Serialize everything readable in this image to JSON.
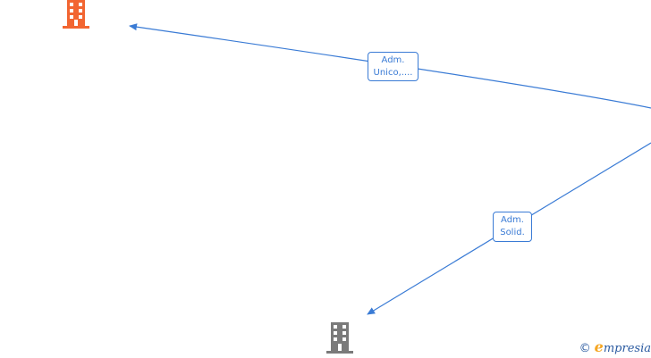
{
  "colors": {
    "edge": "#3a7bd5",
    "company_highlight": "#f26531",
    "company_default": "#7a7a7a"
  },
  "nodes": [
    {
      "id": "company-top",
      "icon": "building-icon",
      "color": "#f26531"
    },
    {
      "id": "company-bottom",
      "icon": "building-icon",
      "color": "#7a7a7a"
    }
  ],
  "edges": [
    {
      "from": "offscreen-right",
      "to": "company-top",
      "label_line1": "Adm.",
      "label_line2": "Unico,...."
    },
    {
      "from": "offscreen-right",
      "to": "company-bottom",
      "label_line1": "Adm.",
      "label_line2": "Solid."
    }
  ],
  "watermark": {
    "copyright": "©",
    "brand_initial": "e",
    "brand_rest": "mpresia"
  }
}
